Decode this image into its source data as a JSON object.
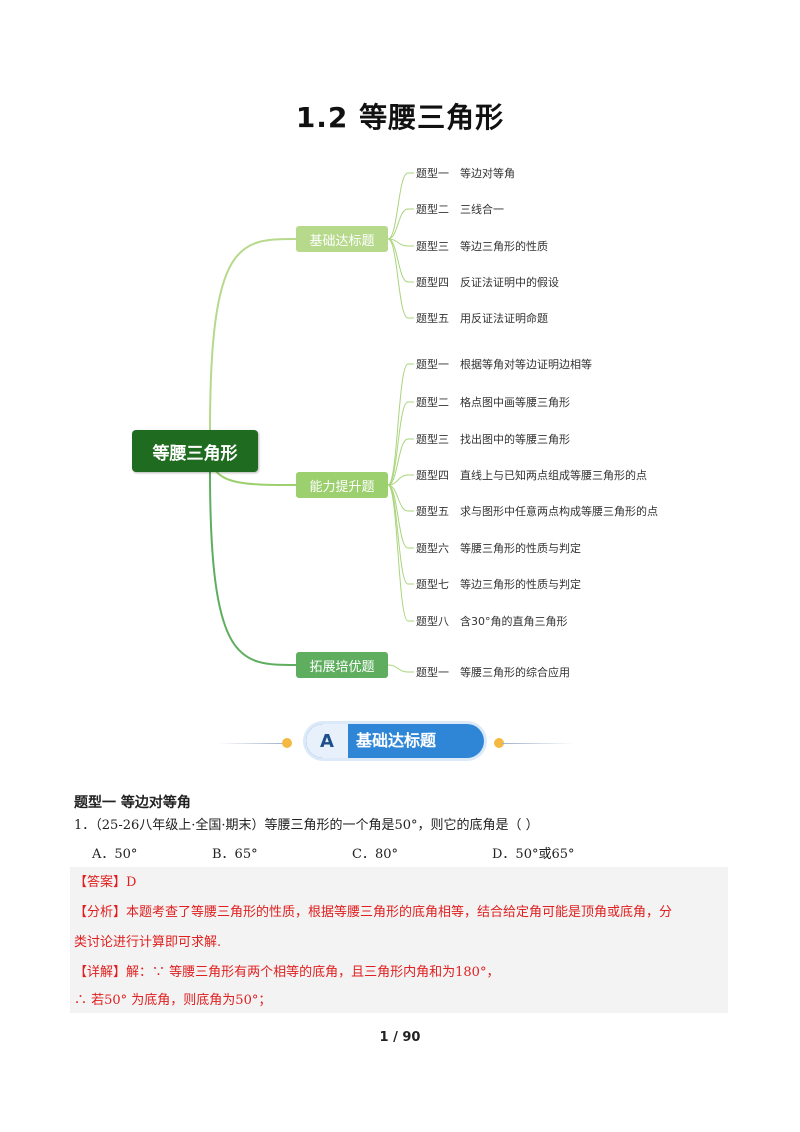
{
  "page": {
    "title": "1.2 等腰三角形",
    "page_number": "1 / 90"
  },
  "mindmap": {
    "root": "等腰三角形",
    "categories": [
      {
        "label": "基础达标题",
        "items": [
          {
            "num": "题型一",
            "text": "等边对等角"
          },
          {
            "num": "题型二",
            "text": "三线合一"
          },
          {
            "num": "题型三",
            "text": "等边三角形的性质"
          },
          {
            "num": "题型四",
            "text": "反证法证明中的假设"
          },
          {
            "num": "题型五",
            "text": "用反证法证明命题"
          }
        ]
      },
      {
        "label": "能力提升题",
        "items": [
          {
            "num": "题型一",
            "text": "根据等角对等边证明边相等"
          },
          {
            "num": "题型二",
            "text": "格点图中画等腰三角形"
          },
          {
            "num": "题型三",
            "text": "找出图中的等腰三角形"
          },
          {
            "num": "题型四",
            "text": "直线上与已知两点组成等腰三角形的点"
          },
          {
            "num": "题型五",
            "text": "求与图形中任意两点构成等腰三角形的点"
          },
          {
            "num": "题型六",
            "text": "等腰三角形的性质与判定"
          },
          {
            "num": "题型七",
            "text": "等边三角形的性质与判定"
          },
          {
            "num": "题型八",
            "text": "含30°角的直角三角形"
          }
        ]
      },
      {
        "label": "拓展培优题",
        "items": [
          {
            "num": "题型一",
            "text": "等腰三角形的综合应用"
          }
        ]
      }
    ],
    "colors": {
      "root": "#1f6b1f",
      "cat1": "#b6d98c",
      "cat2": "#9ccf6e",
      "cat3": "#5fae5f",
      "branch": "#a8d57a"
    }
  },
  "banner": {
    "badge": "A",
    "text": "基础达标题"
  },
  "section": {
    "type_title": "题型一  等边对等角",
    "question": "1．（25-26八年级上·全国·期末）等腰三角形的一个角是50°，则它的底角是（    ）",
    "options": [
      {
        "label": "A．50°"
      },
      {
        "label": "B．65°"
      },
      {
        "label": "C．80°"
      },
      {
        "label": "D．50°或65°"
      }
    ],
    "answer": "【答案】D",
    "analysis_line1": "【分析】本题考查了等腰三角形的性质，根据等腰三角形的底角相等，结合给定角可能是顶角或底角，分",
    "analysis_line2": "类讨论进行计算即可求解.",
    "detail_line1": "【详解】解：∵ 等腰三角形有两个相等的底角，且三角形内角和为180°，",
    "detail_line2": "∴ 若50° 为底角，则底角为50°；"
  }
}
